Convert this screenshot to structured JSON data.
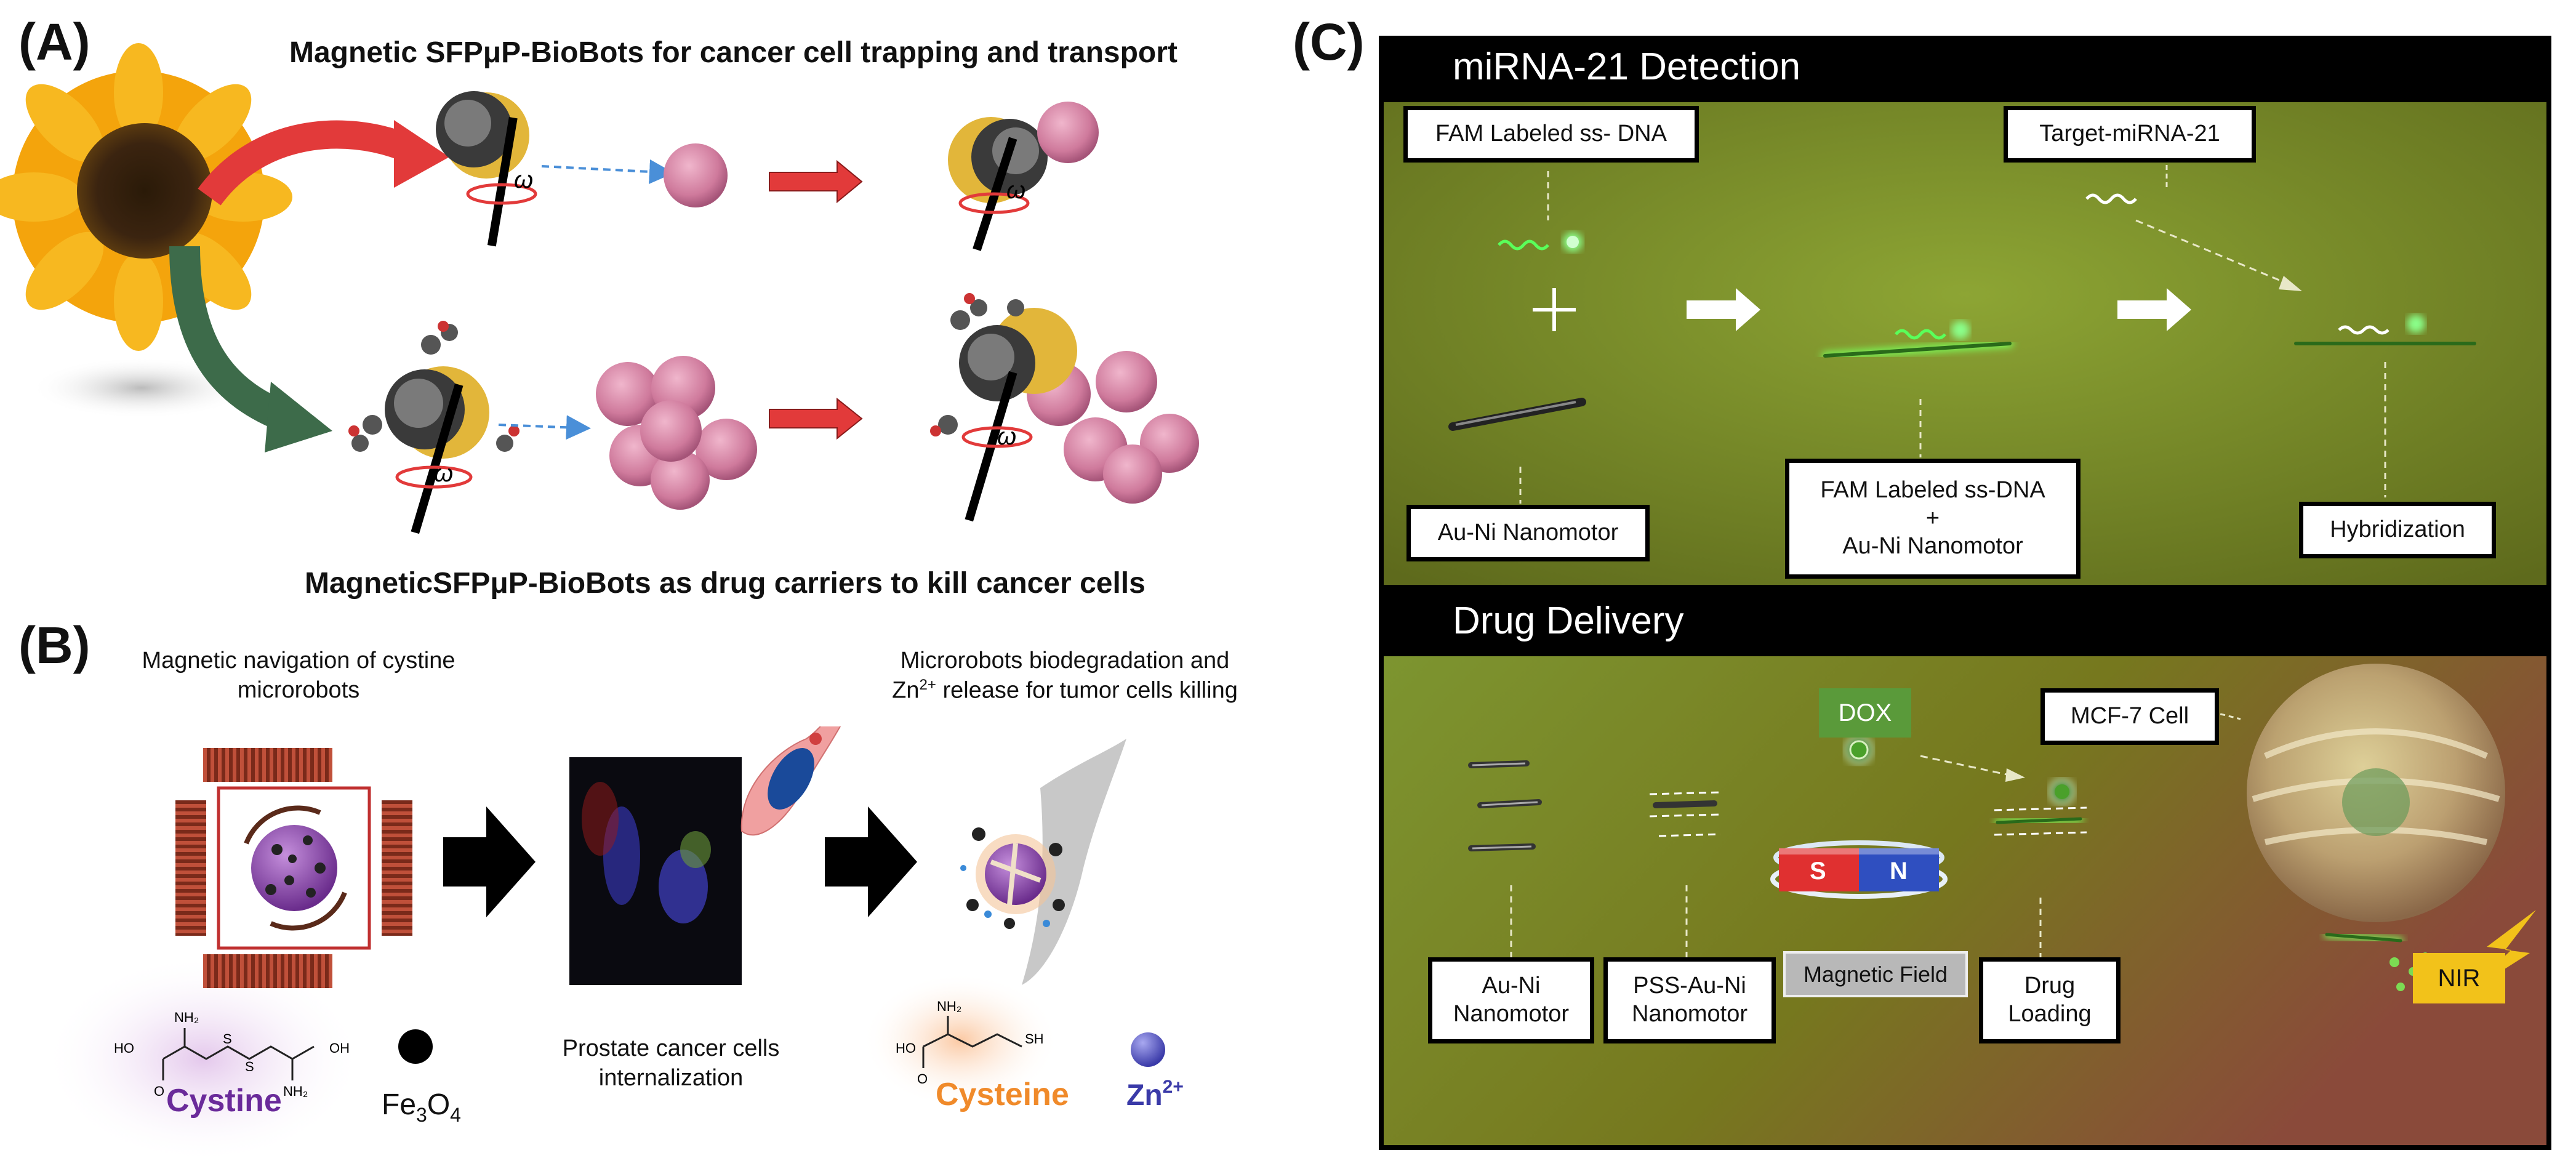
{
  "panelA": {
    "letter": "(A)",
    "top_title": "Magnetic SFPμP-BioBots  for cancer cell trapping and transport",
    "bottom_title": "MagneticSFPμP-BioBots  as  drug carriers to kill  cancer cells",
    "omega": "ω"
  },
  "panelB": {
    "letter": "(B)",
    "nav_caption_1": "Magnetic navigation of cystine",
    "nav_caption_2": "microrobots",
    "degrade_caption_1": "Microrobots biodegradation and",
    "degrade_caption_2": "release for tumor cells killing",
    "zn_label": "Zn",
    "zn_sup": "2+",
    "cystine": "Cystine",
    "fe3o4": "Fe",
    "fe3o4_sub": "3",
    "fe3o4_o": "O",
    "fe3o4_sub2": "4",
    "prostate_1": "Prostate cancer cells",
    "prostate_2": "internalization",
    "cysteine": "Cysteine",
    "zn2": "Zn",
    "zn2_sup": "2+",
    "nh2": "NH₂",
    "ho": "HO",
    "oh": "OH",
    "o": "O",
    "s": "S",
    "sh": "SH"
  },
  "panelC": {
    "letter": "(C)",
    "section1_title": "miRNA-21 Detection",
    "fam_label": "FAM Labeled ss- DNA",
    "target_label": "Target-miRNA-21",
    "auni_label": "Au-Ni Nanomotor",
    "combo_line1": "FAM Labeled ss-DNA",
    "combo_plus": "+",
    "combo_line2": "Au-Ni Nanomotor",
    "hybrid_label": "Hybridization",
    "section2_title": "Drug Delivery",
    "dox_label": "DOX",
    "mcf_label": "MCF-7 Cell",
    "auni2_line1": "Au-Ni",
    "auni2_line2": "Nanomotor",
    "pss_line1": "PSS-Au-Ni",
    "pss_line2": "Nanomotor",
    "magnet_label": "Magnetic Field",
    "drug_line1": "Drug",
    "drug_line2": "Loading",
    "nir_label": "NIR",
    "magnet_s": "S",
    "magnet_n": "N"
  },
  "colors": {
    "green_bg": "#8a9a2a",
    "red_arrow": "#e23a3a",
    "dark_green_arrow": "#3d6b4a",
    "cell_pink": "#d98aa8",
    "magnet_red": "#e03030",
    "magnet_blue": "#2f4fc0",
    "dox_green": "#5a9a3a",
    "nir_yellow": "#f2c21a"
  }
}
